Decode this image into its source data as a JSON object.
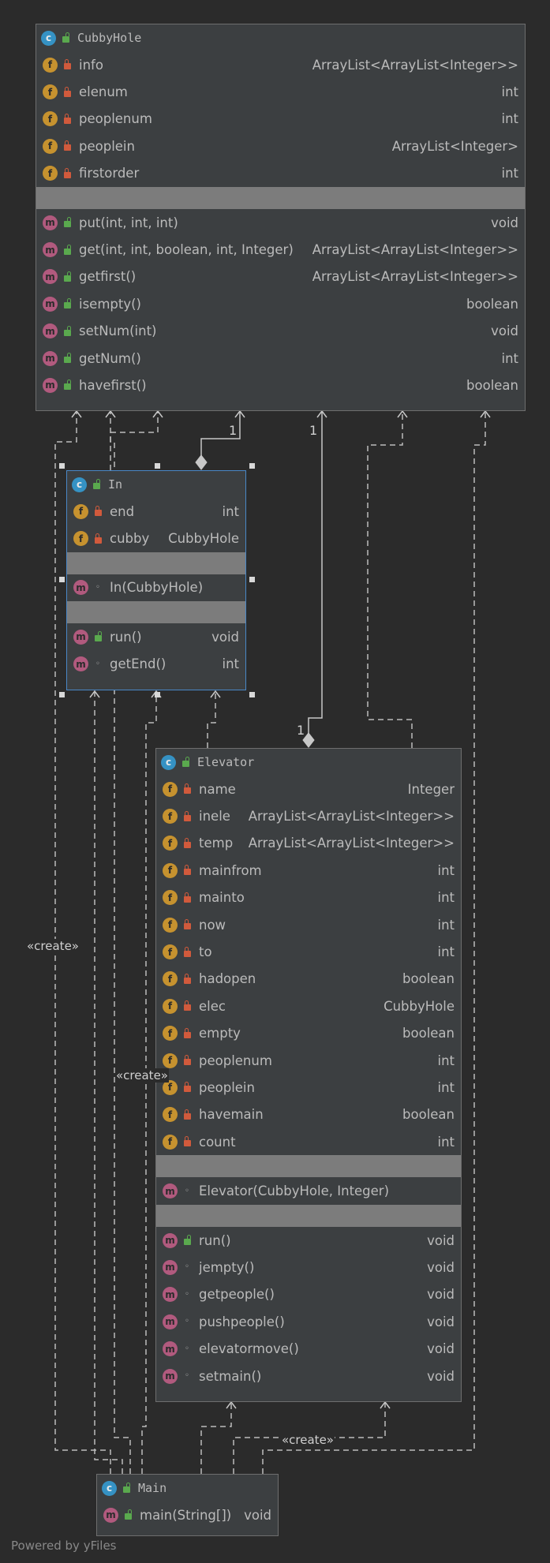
{
  "diagram": {
    "classes": [
      {
        "id": "cubbyhole",
        "name": "CubbyHole",
        "fields": [
          {
            "name": "info",
            "type": "ArrayList<ArrayList<Integer>>",
            "vis": "private"
          },
          {
            "name": "elenum",
            "type": "int",
            "vis": "private"
          },
          {
            "name": "peoplenum",
            "type": "int",
            "vis": "private"
          },
          {
            "name": "peoplein",
            "type": "ArrayList<Integer>",
            "vis": "private"
          },
          {
            "name": "firstorder",
            "type": "int",
            "vis": "private"
          }
        ],
        "constructors": [],
        "methods": [
          {
            "name": "put(int, int, int)",
            "type": "void",
            "vis": "public"
          },
          {
            "name": "get(int, int, boolean, int, Integer)",
            "type": "ArrayList<ArrayList<Integer>>",
            "vis": "public"
          },
          {
            "name": "getfirst()",
            "type": "ArrayList<ArrayList<Integer>>",
            "vis": "public"
          },
          {
            "name": "isempty()",
            "type": "boolean",
            "vis": "public"
          },
          {
            "name": "setNum(int)",
            "type": "void",
            "vis": "public"
          },
          {
            "name": "getNum()",
            "type": "int",
            "vis": "public"
          },
          {
            "name": "havefirst()",
            "type": "boolean",
            "vis": "public"
          }
        ]
      },
      {
        "id": "in",
        "name": "In",
        "fields": [
          {
            "name": "end",
            "type": "int",
            "vis": "private"
          },
          {
            "name": "cubby",
            "type": "CubbyHole",
            "vis": "private"
          }
        ],
        "constructors": [
          {
            "name": "In(CubbyHole)",
            "type": "",
            "vis": "package"
          }
        ],
        "methods": [
          {
            "name": "run()",
            "type": "void",
            "vis": "public"
          },
          {
            "name": "getEnd()",
            "type": "int",
            "vis": "package"
          }
        ]
      },
      {
        "id": "elevator",
        "name": "Elevator",
        "fields": [
          {
            "name": "name",
            "type": "Integer",
            "vis": "private"
          },
          {
            "name": "inele",
            "type": "ArrayList<ArrayList<Integer>>",
            "vis": "private"
          },
          {
            "name": "temp",
            "type": "ArrayList<ArrayList<Integer>>",
            "vis": "private"
          },
          {
            "name": "mainfrom",
            "type": "int",
            "vis": "private"
          },
          {
            "name": "mainto",
            "type": "int",
            "vis": "private"
          },
          {
            "name": "now",
            "type": "int",
            "vis": "private"
          },
          {
            "name": "to",
            "type": "int",
            "vis": "private"
          },
          {
            "name": "hadopen",
            "type": "boolean",
            "vis": "private"
          },
          {
            "name": "elec",
            "type": "CubbyHole",
            "vis": "private"
          },
          {
            "name": "empty",
            "type": "boolean",
            "vis": "private"
          },
          {
            "name": "peoplenum",
            "type": "int",
            "vis": "private"
          },
          {
            "name": "peoplein",
            "type": "int",
            "vis": "private"
          },
          {
            "name": "havemain",
            "type": "boolean",
            "vis": "private"
          },
          {
            "name": "count",
            "type": "int",
            "vis": "private"
          }
        ],
        "constructors": [
          {
            "name": "Elevator(CubbyHole, Integer)",
            "type": "",
            "vis": "package"
          }
        ],
        "methods": [
          {
            "name": "run()",
            "type": "void",
            "vis": "public"
          },
          {
            "name": "jempty()",
            "type": "void",
            "vis": "package"
          },
          {
            "name": "getpeople()",
            "type": "void",
            "vis": "package"
          },
          {
            "name": "pushpeople()",
            "type": "void",
            "vis": "package"
          },
          {
            "name": "elevatormove()",
            "type": "void",
            "vis": "package"
          },
          {
            "name": "setmain()",
            "type": "void",
            "vis": "package"
          }
        ]
      },
      {
        "id": "main",
        "name": "Main",
        "fields": [],
        "constructors": [],
        "methods": [
          {
            "name": "main(String[])",
            "type": "void",
            "vis": "public"
          }
        ]
      }
    ],
    "icons": {
      "class": "class-icon",
      "field": "field-icon",
      "method": "method-icon",
      "private": "lock-icon",
      "public": "unlock-icon",
      "package": "package-dot-icon"
    },
    "labels": {
      "create_left": "«create»",
      "create_mid": "«create»",
      "create_bottom": "«create»",
      "mult_in": "1",
      "mult_elevator_top": "1",
      "mult_elevator_bottom": "1"
    },
    "colors": {
      "background": "#2b2b2b",
      "node": "#3c3f41",
      "class_badge": "#3592c4",
      "field_badge": "#c6922f",
      "method_badge": "#b15a7e",
      "private": "#d15a3c",
      "public": "#5aa94e",
      "selected_border": "#4a88c7"
    },
    "footer": "Powered by yFiles"
  }
}
